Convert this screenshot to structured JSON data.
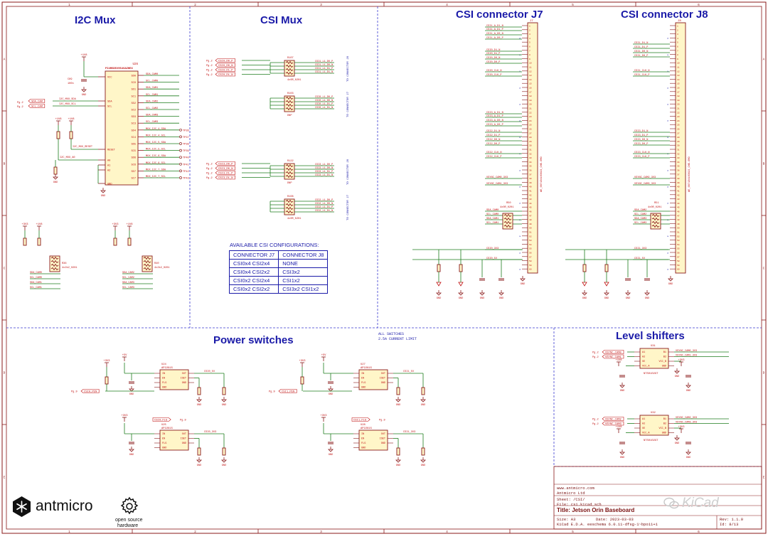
{
  "sections": {
    "i2c_mux": "I2C Mux",
    "csi_mux": "CSI Mux",
    "csi_j7": "CSI connector J7",
    "csi_j8": "CSI connector J8",
    "power_switches": "Power switches",
    "level_shifters": "Level shifters"
  },
  "power_note": [
    "ALL SWITCHES",
    "2.5A CURRENT LIMIT"
  ],
  "csi_configs": {
    "title": "AVAILABLE CSI CONFIGURATIONS:",
    "headers": [
      "CONNECTOR J7",
      "CONNECTOR J8"
    ],
    "rows": [
      [
        "CSI0x4  CSI2x4",
        "NONE"
      ],
      [
        "CSI0x4  CSI2x2",
        "CSI3x2"
      ],
      [
        "CSI0x2  CSI2x4",
        "CSI1x2"
      ],
      [
        "CSI0x2  CSI2x2",
        "CSI3x2  CSI1x2"
      ]
    ]
  },
  "components": {
    "u26": {
      "ref": "U26",
      "part": "PI4MSD5V9546AZHEX"
    },
    "c89": {
      "ref": "C89",
      "value": "100n"
    },
    "u24": {
      "ref": "U24",
      "part": "AP22615"
    },
    "u25": {
      "ref": "U25",
      "part": "AP22615"
    },
    "u27": {
      "ref": "U27",
      "part": "AP22615"
    },
    "u28": {
      "ref": "U28",
      "part": "AP22615"
    },
    "u31": {
      "ref": "U31",
      "part": "NTS0102GT"
    },
    "u32": {
      "ref": "U32",
      "part": "NTS0102GT"
    },
    "j7": {
      "ref": "J7",
      "part": "WE_687134183022_CHE-SMD"
    },
    "j8": {
      "ref": "J8",
      "part": "WE_687134183022_CHE-SMD"
    },
    "r107": {
      "ref": "R107",
      "value": "4x0R_0201"
    },
    "r103": {
      "ref": "R103",
      "value": "DNP"
    },
    "r122": {
      "ref": "R122",
      "value": "DNP"
    },
    "r108": {
      "ref": "R108",
      "value": "4x0R_0201"
    },
    "r50": {
      "ref": "R50",
      "value": "4x0R_0201"
    },
    "r51": {
      "ref": "R51",
      "value": "4x0R_0201"
    },
    "r36": {
      "ref": "R36",
      "value": "4x2k2_0201"
    },
    "r40": {
      "ref": "R40",
      "value": "4x2k2_0201"
    }
  },
  "i2c_pins_left": [
    "VCC",
    "SDA",
    "SCL",
    "RESET",
    "A0",
    "A1",
    "A2",
    "GND"
  ],
  "i2c_pins_right": [
    "SD0",
    "SC0",
    "SD1",
    "SC1",
    "SD2",
    "SC2",
    "SD3",
    "SC3",
    "SD4",
    "SC4",
    "SD5",
    "SC5",
    "SD6",
    "SC6",
    "SD7",
    "SC7"
  ],
  "i2c_nets_right": [
    "SDA_CAM0",
    "SCL_CAM0",
    "SDA_CAM1",
    "SCL_CAM1",
    "SDA_CAM2",
    "SCL_CAM2",
    "SDA_CAM3",
    "SCL_CAM3",
    "MUX_I2C_4_SDA",
    "MUX_I2C_4_SCL",
    "MUX_I2C_5_SDA",
    "MUX_I2C_5_SCL",
    "MUX_I2C_6_SDA",
    "MUX_I2C_6_SCL",
    "MUX_I2C_7_SDA",
    "MUX_I2C_7_SCL"
  ],
  "i2c_tps": [
    "TP36",
    "TP37",
    "TP38",
    "TP39",
    "TP40",
    "TP41",
    "TP42",
    "TP43"
  ],
  "i2c_inputs": [
    "SDA_CAM",
    "SCL_CAM"
  ],
  "i2c_labels": {
    "sda": "I2C_MUX_SDA",
    "scl": "I2C_MUX_SCL",
    "reset": "I2C_MUX_RESET",
    "a0": "I2C_MUX_A0",
    "pg": "Pg.2"
  },
  "csi_mux_groups": [
    {
      "inputs": [
        "CSI0_D0_P",
        "CSI0_D0_N",
        "CSI0_D1_P",
        "CSI0_D1_N"
      ],
      "out_a": [
        "CSI1_L1_D0_P",
        "CSI1_L1_D0_N",
        "CSI1_L1_D1_P",
        "CSI1_L1_D1_N"
      ],
      "out_b": [
        "CSI0_L1_D0_P",
        "CSI0_L1_D0_N",
        "CSI0_L1_D1_P",
        "CSI0_L1_D1_N"
      ],
      "dest_a": "TO CONNECTOR J8",
      "dest_b": "TO CONNECTOR J7"
    },
    {
      "inputs": [
        "CSI3_D0_P",
        "CSI3_D0_N",
        "CSI3_D1_P",
        "CSI3_D1_N"
      ],
      "out_a": [
        "CSI3_L1_D0_P",
        "CSI3_L1_D0_N",
        "CSI3_L1_D1_P",
        "CSI3_L1_D1_N"
      ],
      "out_b": [
        "CSI2_L1_D0_P",
        "CSI2_L1_D0_N",
        "CSI2_L1_D1_P",
        "CSI2_L1_D1_N"
      ],
      "dest_a": "TO CONNECTOR J8",
      "dest_b": "TO CONNECTOR J7"
    }
  ],
  "j7_nets": [
    "CSI1_A_D1_N",
    "CSI1_A_D1_P",
    "CSI1_A_D0_N",
    "CSI1_A_D0_P",
    "CSI0_D1_N",
    "CSI0_D1_P",
    "CSI0_D0_N",
    "CSI0_D0_P",
    "CSI0_CLK_N",
    "CSI0_CLK_P",
    "CSI3_A_D1_N",
    "CSI3_A_D1_P",
    "CSI3_A_D0_N",
    "CSI3_A_D0_P",
    "CSI2_D1_N",
    "CSI2_D1_P",
    "CSI2_D0_N",
    "CSI2_D0_P",
    "CSI2_CLK_N",
    "CSI2_CLK_P",
    "VSYNC_CAM0_3V3",
    "VSYNC_CAM1_3V3",
    "SDA_CAM0",
    "SCL_CAM0",
    "SDA_CAM1",
    "SCL_CAM1",
    "CSI0_3V3",
    "CSI0_5V"
  ],
  "j8_nets": [
    "CSI1_D1_N",
    "CSI1_D1_P",
    "CSI1_D0_N",
    "CSI1_D0_P",
    "CSI1_CLK_N",
    "CSI1_CLK_P",
    "CSI3_D1_N",
    "CSI3_D1_P",
    "CSI3_D0_N",
    "CSI3_D0_P",
    "CSI3_CLK_N",
    "CSI3_CLK_P",
    "VSYNC_CAM2_3V3",
    "VSYNC_CAM3_3V3",
    "SDA_CAM2",
    "SCL_CAM2",
    "SDA_CAM3",
    "SCL_CAM3",
    "CSI1_3V3",
    "CSI1_5V"
  ],
  "power_nets": {
    "en1": "CSI0_PEN",
    "en2": "CSI1_PEN",
    "flg1": "CSI0_FLG",
    "flg2": "CSI1_FLG",
    "out1": "CSI0_5V",
    "out2": "CSI0_3V3",
    "out3": "CSI1_5V",
    "out4": "CSI1_3V3",
    "pg": "Pg.9"
  },
  "switch_pins_left": [
    "IN",
    "EN",
    "FLG",
    "GND"
  ],
  "switch_pins_right": [
    "OUT",
    "ISET",
    "GND"
  ],
  "ls_pins_left": [
    "A1",
    "A2",
    "OE",
    "VCC_A"
  ],
  "ls_pins_right": [
    "B1",
    "B2",
    "VCC_B",
    "GND"
  ],
  "ls_nets_in": [
    "VSYNC_CAM0",
    "VSYNC_CAM1",
    "VSYNC_CAM2",
    "VSYNC_CAM3"
  ],
  "ls_nets_out": [
    "VSYNC_CAM0_3V3",
    "VSYNC_CAM1_3V3",
    "VSYNC_CAM2_3V3",
    "VSYNC_CAM3_3V3"
  ],
  "rails": {
    "v18": "+1V8",
    "v33": "+3V3",
    "v5": "+5V",
    "gnd": "GND"
  },
  "title_block": {
    "url": "www.antmicro.com",
    "company": "Antmicro Ltd",
    "sheet": "Sheet: /CSI/",
    "file": "File: csi.kicad_sch",
    "title": "Title: Jetson Orin Baseboard",
    "size": "Size: A3",
    "date": "Date: 2023-03-03",
    "tool": "KiCad E.D.A.  eeschema 6.0.11-dfsg-1~bpo11+1",
    "rev": "Rev: 1.1.0",
    "id": "Id: 8/13"
  },
  "logo": {
    "brand": "antmicro",
    "oshw1": "open source",
    "oshw2": "hardware"
  },
  "watermark": "KiCad",
  "border_numbers": [
    "1",
    "2",
    "3",
    "4",
    "5",
    "6"
  ],
  "border_letters": [
    "A",
    "B",
    "C",
    "D",
    "E"
  ]
}
